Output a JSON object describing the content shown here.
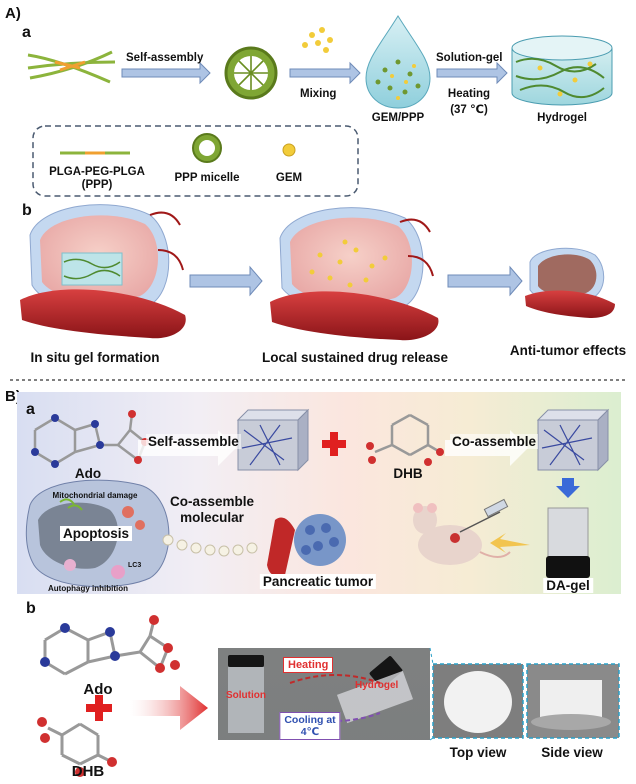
{
  "figure": {
    "panel_A_label": "A)",
    "panel_B_label": "B)",
    "A_a": {
      "sublabel": "a",
      "arrow_self_assembly": "Self-assembly",
      "arrow_mixing": "Mixing",
      "gem_ppp": "GEM/PPP",
      "arrow_solution_gel": "Solution-gel",
      "arrow_heating": "Heating",
      "arrow_temp": "(37 ℃)",
      "hydrogel": "Hydrogel",
      "legend_polymer_line1": "PLGA-PEG-PLGA",
      "legend_polymer_line2": "(PPP)",
      "legend_micelle": "PPP micelle",
      "legend_gem": "GEM"
    },
    "A_b": {
      "sublabel": "b",
      "step1": "In situ gel formation",
      "step2": "Local sustained drug release",
      "step3": "Anti-tumor effects"
    },
    "B_a": {
      "sublabel": "a",
      "ado": "Ado",
      "self_assemble": "Self-assemble",
      "dhb": "DHB",
      "co_assemble": "Co-assemble",
      "co_assemble_molecular_line1": "Co-assemble",
      "co_assemble_molecular_line2": "molecular",
      "mito_damage": "Mitochondrial damage",
      "apoptosis": "Apoptosis",
      "lc3": "LC3",
      "autophagy": "Autophagy inhibition",
      "pancreatic_tumor": "Pancreatic tumor",
      "da_gel": "DA-gel"
    },
    "B_b": {
      "sublabel": "b",
      "ado": "Ado",
      "dhb": "DHB",
      "solution": "Solution",
      "heating": "Heating",
      "hydrogel": "Hydrogel",
      "cooling_line1": "Cooling at",
      "cooling_line2": "4℃",
      "top_view": "Top view",
      "side_view": "Side view"
    },
    "colors": {
      "arrow_fill": "#aec4e4",
      "plus_red": "#e02020",
      "polymer_green": "#8cb43c",
      "polymer_orange": "#f0a030",
      "micelle_green": "#6a8e22",
      "gem_yellow": "#f2cc3a",
      "tissue_pink": "#f0bcb8",
      "vessel_red": "#b8282a",
      "label_red": "#e03030",
      "label_blue": "#3050b0"
    }
  }
}
